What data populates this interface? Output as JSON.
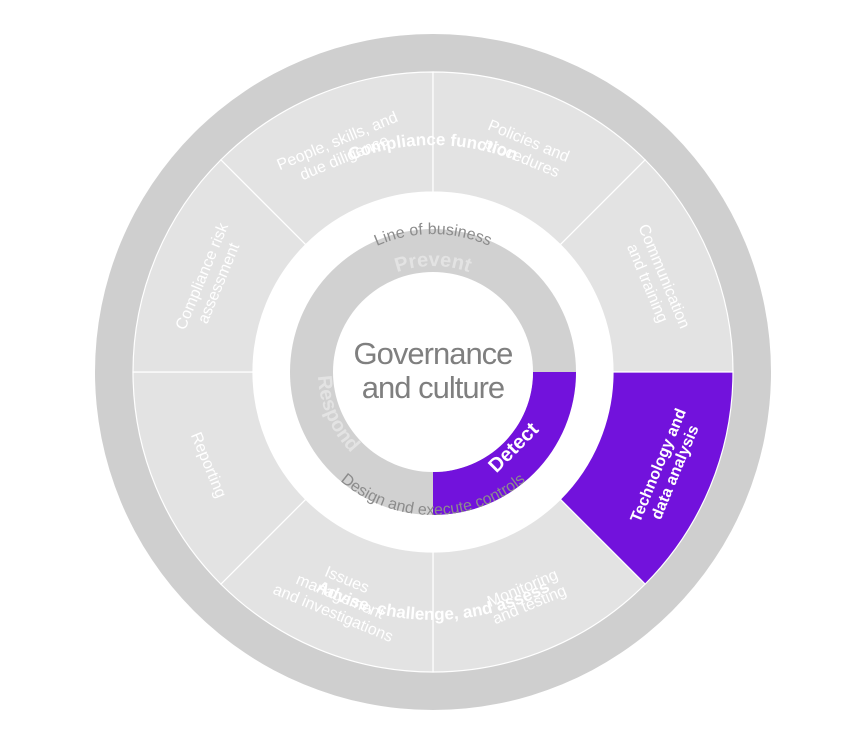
{
  "diagram": {
    "outer_ring": {
      "top_label": "Compliance function",
      "bottom_label": "Advise, challenge, and assess"
    },
    "segments": [
      {
        "id": "people",
        "lines": [
          "People, skills, and",
          "due diligence"
        ],
        "highlighted": false
      },
      {
        "id": "policies",
        "lines": [
          "Policies and",
          "procedures"
        ],
        "highlighted": false
      },
      {
        "id": "communication",
        "lines": [
          "Communication",
          "and training"
        ],
        "highlighted": false
      },
      {
        "id": "technology",
        "lines": [
          "Technology and",
          "data analysis"
        ],
        "highlighted": true
      },
      {
        "id": "monitoring",
        "lines": [
          "Monitoring",
          "and testing"
        ],
        "highlighted": false
      },
      {
        "id": "issues",
        "lines": [
          "Issues",
          "management",
          "and investigations"
        ],
        "highlighted": false
      },
      {
        "id": "reporting",
        "lines": [
          "Reporting"
        ],
        "highlighted": false
      },
      {
        "id": "risk-assessment",
        "lines": [
          "Compliance risk",
          "assessment"
        ],
        "highlighted": false
      }
    ],
    "middle_ring": {
      "top_label": "Line of business",
      "bottom_label": "Design and execute controls"
    },
    "stages": [
      {
        "id": "prevent",
        "label": "Prevent",
        "highlighted": false
      },
      {
        "id": "detect",
        "label": "Detect",
        "highlighted": true
      },
      {
        "id": "respond",
        "label": "Respond",
        "highlighted": false
      }
    ],
    "core": {
      "lines": [
        "Governance",
        "and culture"
      ]
    }
  },
  "colors": {
    "outer_ring": "#cfcfcf",
    "segment_fill": "#e3e3e3",
    "stage_ring": "#d1d1d1",
    "accent": "#7212dc",
    "core_text": "#7f7f7f",
    "middle_text": "#8c8c8c"
  }
}
